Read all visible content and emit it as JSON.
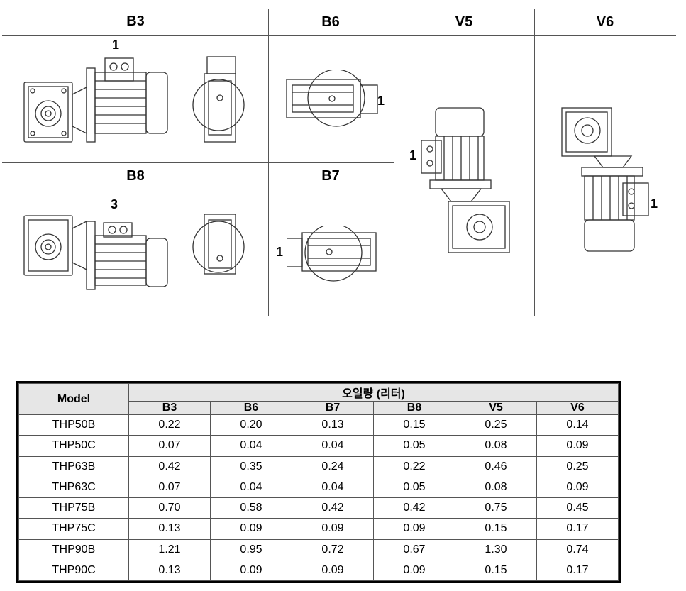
{
  "positions": {
    "b3": "B3",
    "b6": "B6",
    "v5": "V5",
    "v6": "V6",
    "b8": "B8",
    "b7": "B7"
  },
  "callouts": {
    "b3": "1",
    "b6": "1",
    "v5": "1",
    "v6": "1",
    "b8": "3",
    "b7": "1"
  },
  "table": {
    "model_header": "Model",
    "group_header": "오일량 (리터)",
    "columns": [
      "B3",
      "B6",
      "B7",
      "B8",
      "V5",
      "V6"
    ],
    "rows": [
      {
        "model": "THP50B",
        "values": [
          "0.22",
          "0.20",
          "0.13",
          "0.15",
          "0.25",
          "0.14"
        ]
      },
      {
        "model": "THP50C",
        "values": [
          "0.07",
          "0.04",
          "0.04",
          "0.05",
          "0.08",
          "0.09"
        ]
      },
      {
        "model": "THP63B",
        "values": [
          "0.42",
          "0.35",
          "0.24",
          "0.22",
          "0.46",
          "0.25"
        ]
      },
      {
        "model": "THP63C",
        "values": [
          "0.07",
          "0.04",
          "0.04",
          "0.05",
          "0.08",
          "0.09"
        ]
      },
      {
        "model": "THP75B",
        "values": [
          "0.70",
          "0.58",
          "0.42",
          "0.42",
          "0.75",
          "0.45"
        ]
      },
      {
        "model": "THP75C",
        "values": [
          "0.13",
          "0.09",
          "0.09",
          "0.09",
          "0.15",
          "0.17"
        ]
      },
      {
        "model": "THP90B",
        "values": [
          "1.21",
          "0.95",
          "0.72",
          "0.67",
          "1.30",
          "0.74"
        ]
      },
      {
        "model": "THP90C",
        "values": [
          "0.13",
          "0.09",
          "0.09",
          "0.09",
          "0.15",
          "0.17"
        ]
      }
    ]
  }
}
